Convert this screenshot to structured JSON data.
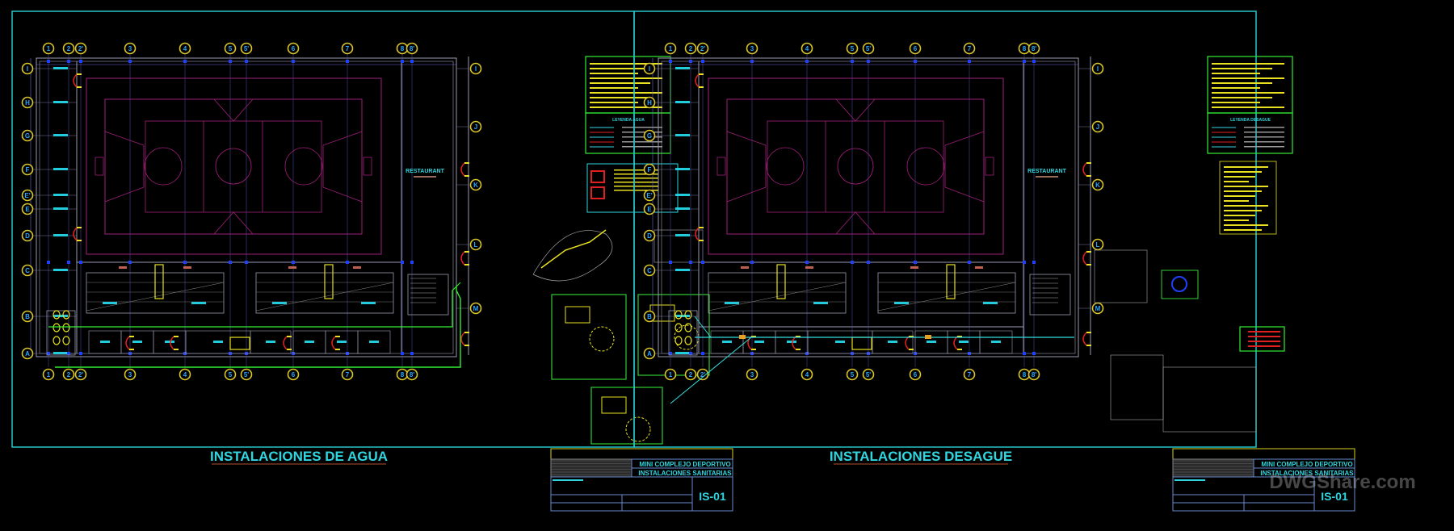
{
  "sheets": [
    {
      "title": "INSTALACIONES DE AGUA",
      "legend_title": "LEYENDA AGUA",
      "room_label": "RESTAURANT",
      "title_block": {
        "project": "MINI COMPLEJO DEPORTIVO",
        "discipline": "INSTALACIONES SANITARIAS",
        "sheet_number": "IS-01"
      }
    },
    {
      "title": "INSTALACIONES DESAGUE",
      "legend_title": "LEYENDA DESAGUE",
      "room_label": "RESTAURANT",
      "title_block": {
        "project": "MINI COMPLEJO DEPORTIVO",
        "discipline": "INSTALACIONES SANITARIAS",
        "sheet_number": "IS-01"
      }
    }
  ],
  "grid": {
    "columns": [
      "1",
      "2",
      "2'",
      "3",
      "4",
      "5",
      "5'",
      "6",
      "7",
      "8",
      "8'"
    ],
    "rows": [
      "I",
      "H",
      "G",
      "F",
      "E'",
      "E",
      "D",
      "C",
      "B",
      "A"
    ],
    "right_rows": [
      "I",
      "J",
      "K",
      "L",
      "M"
    ]
  },
  "watermark": "DWGShare.com",
  "colors": {
    "background": "#000000",
    "frame": "#27c4c9",
    "title": "#2fd6e0",
    "court": "#a0207a",
    "wall": "#9a9ab0",
    "bubble": "#d8c52a",
    "bubble_text": "#2aa8ff",
    "water_pipe": "#33ee33",
    "drain_pipe": "#33dddd",
    "door": "#e02020"
  }
}
